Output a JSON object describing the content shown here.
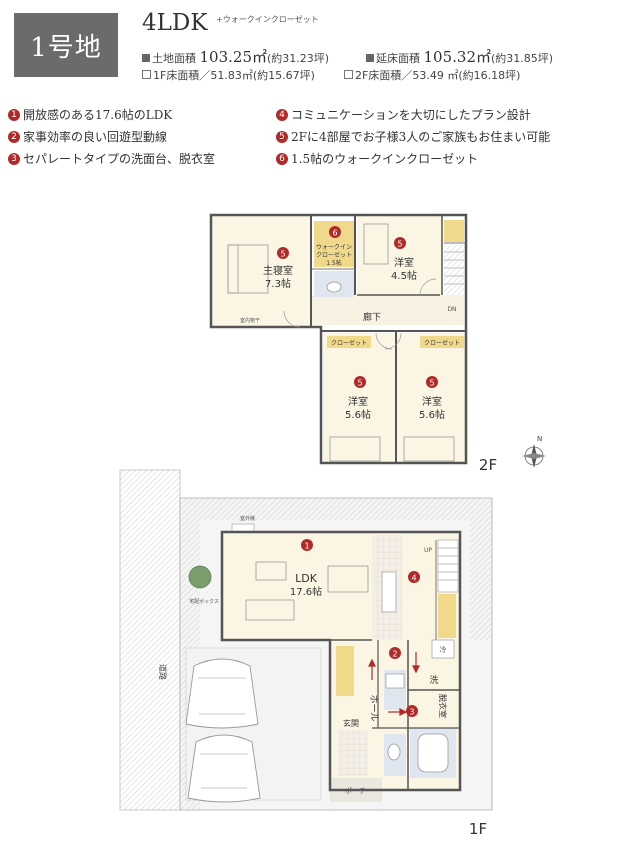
{
  "header": {
    "lot_label": "1号地",
    "plan_type": "4LDK",
    "plan_sub": "+ウォークインクローゼット",
    "land_area_label": "土地面積",
    "land_area_value": "103.25㎡",
    "land_area_tsubo": "(約31.23坪)",
    "floor_area_label": "延床面積",
    "floor_area_value": "105.32㎡",
    "floor_area_tsubo": "(約31.85坪)",
    "f1_area": "1F床面積／51.83㎡(約15.67坪)",
    "f2_area": "2F床面積／53.49 ㎡(約16.18坪)"
  },
  "features": [
    {
      "num": "1",
      "text": "開放感のある17.6帖のLDK"
    },
    {
      "num": "2",
      "text": "家事効率の良い回遊型動線"
    },
    {
      "num": "3",
      "text": "セパレートタイプの洗面台、脱衣室"
    },
    {
      "num": "4",
      "text": "コミュニケーションを大切にしたプラン設計"
    },
    {
      "num": "5",
      "text": "2Fに4部屋でお子様3人のご家族もお住まい可能"
    },
    {
      "num": "6",
      "text": "1.5帖のウォークインクローゼット"
    }
  ],
  "floor2": {
    "label": "2F",
    "master_name": "主寝室",
    "master_size": "7.3帖",
    "room_a_name": "洋室",
    "room_a_size": "4.5帖",
    "room_b_name": "洋室",
    "room_b_size": "5.6帖",
    "room_c_name": "洋室",
    "room_c_size": "5.6帖",
    "wic_l1": "ウォークイン",
    "wic_l2": "クローゼット",
    "wic_l3": "1.5帖",
    "hall": "廊下",
    "closet_a": "クローゼット",
    "closet_b": "クローゼット",
    "indoor_dry": "室内物干",
    "dn": "DN"
  },
  "floor1": {
    "label": "1F",
    "ldk_name": "LDK",
    "ldk_size": "17.6帖",
    "hall": "ホール",
    "entrance": "玄関",
    "porch": "ポーチ",
    "washroom_a": "洗",
    "washroom_b": "脱衣室",
    "up": "UP",
    "fridge": "冷",
    "road": "道路",
    "outdoor_unit": "室外機",
    "delivery_box": "宅配ボックス"
  },
  "compass": {
    "north": "N"
  },
  "colors": {
    "badge": "#6b6b6b",
    "marker": "#b02a2a",
    "room_fill": "#fbf6e4",
    "closet_fill": "#f0d98a",
    "wall": "#555555",
    "wet_fill": "#dfe6ef"
  }
}
